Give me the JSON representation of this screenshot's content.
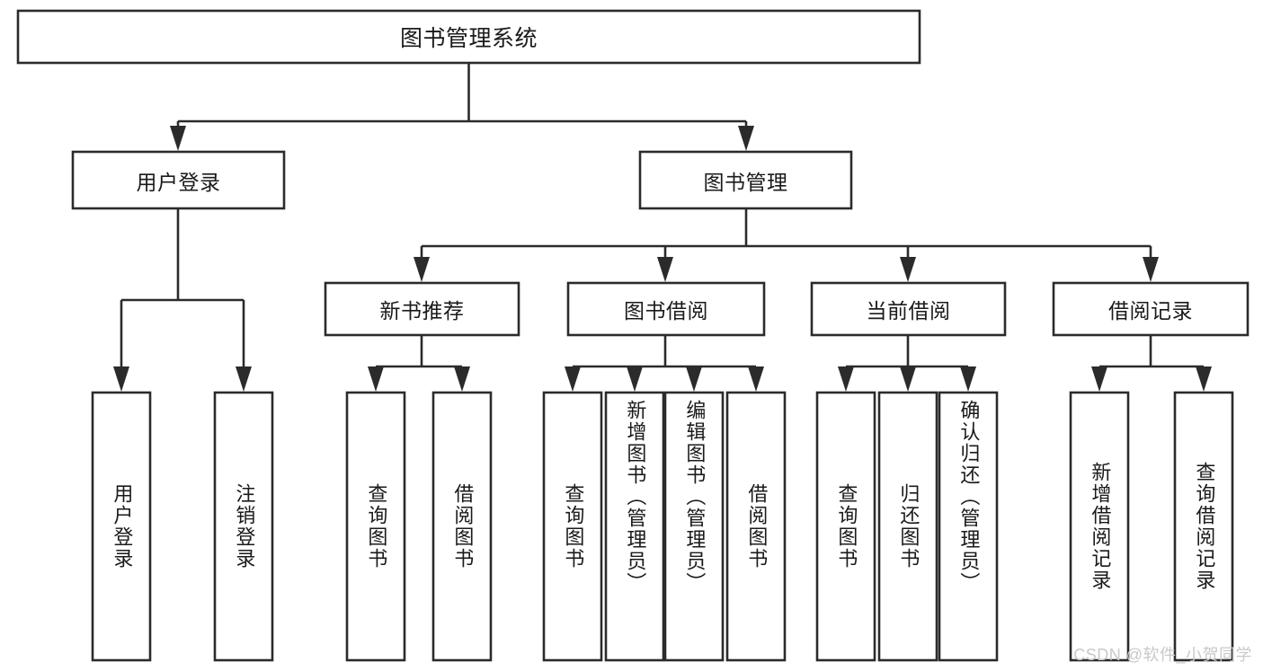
{
  "diagram": {
    "type": "tree-hierarchy-chart",
    "title": "图书管理系统",
    "watermark": "CSDN @软件_小贺同学",
    "colors": {
      "stroke": "#2b2b2b",
      "fill": "#ffffff",
      "text": "#1a1a1a",
      "watermark": "#c9c9c9"
    },
    "levels": [
      {
        "level": 1,
        "nodes": [
          {
            "id": "root",
            "label": "图书管理系统",
            "orientation": "horizontal"
          }
        ]
      },
      {
        "level": 2,
        "nodes": [
          {
            "id": "user-login",
            "label": "用户登录",
            "orientation": "horizontal",
            "parent": "root"
          },
          {
            "id": "book-manage",
            "label": "图书管理",
            "orientation": "horizontal",
            "parent": "root"
          }
        ]
      },
      {
        "level": 3,
        "nodes": [
          {
            "id": "new-book-rec",
            "label": "新书推荐",
            "orientation": "horizontal",
            "parent": "book-manage"
          },
          {
            "id": "book-borrow",
            "label": "图书借阅",
            "orientation": "horizontal",
            "parent": "book-manage"
          },
          {
            "id": "current-borrow",
            "label": "当前借阅",
            "orientation": "horizontal",
            "parent": "book-manage"
          },
          {
            "id": "borrow-record",
            "label": "借阅记录",
            "orientation": "horizontal",
            "parent": "book-manage"
          }
        ]
      },
      {
        "level": 4,
        "nodes": [
          {
            "id": "leaf-1",
            "label": "用户登录",
            "orientation": "vertical",
            "parent": "user-login"
          },
          {
            "id": "leaf-2",
            "label": "注销登录",
            "orientation": "vertical",
            "parent": "user-login"
          },
          {
            "id": "leaf-3",
            "label": "查询图书",
            "orientation": "vertical",
            "parent": "new-book-rec"
          },
          {
            "id": "leaf-4",
            "label": "借阅图书",
            "orientation": "vertical",
            "parent": "new-book-rec"
          },
          {
            "id": "leaf-5",
            "label": "查询图书",
            "orientation": "vertical",
            "parent": "book-borrow"
          },
          {
            "id": "leaf-6",
            "label": "新增图书（管理员）",
            "orientation": "vertical",
            "parent": "book-borrow"
          },
          {
            "id": "leaf-7",
            "label": "编辑图书（管理员）",
            "orientation": "vertical",
            "parent": "book-borrow"
          },
          {
            "id": "leaf-8",
            "label": "借阅图书",
            "orientation": "vertical",
            "parent": "book-borrow"
          },
          {
            "id": "leaf-9",
            "label": "查询图书",
            "orientation": "vertical",
            "parent": "current-borrow"
          },
          {
            "id": "leaf-10",
            "label": "归还图书",
            "orientation": "vertical",
            "parent": "current-borrow"
          },
          {
            "id": "leaf-11",
            "label": "确认归还（管理员）",
            "orientation": "vertical",
            "parent": "current-borrow"
          },
          {
            "id": "leaf-12",
            "label": "新增借阅记录",
            "orientation": "vertical",
            "parent": "borrow-record"
          },
          {
            "id": "leaf-13",
            "label": "查询借阅记录",
            "orientation": "vertical",
            "parent": "borrow-record"
          }
        ]
      }
    ]
  }
}
